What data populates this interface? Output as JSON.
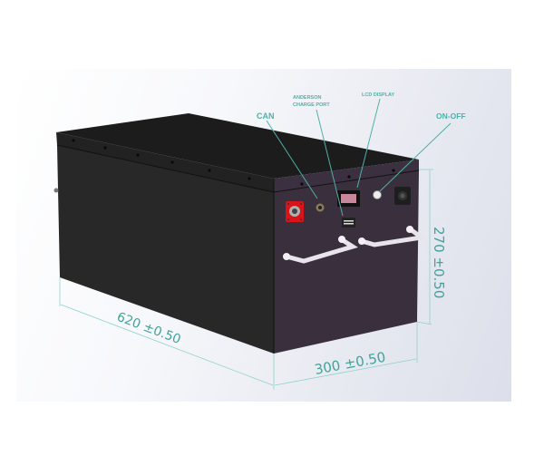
{
  "diagram": {
    "subject": "battery-pack-enclosure",
    "callouts": {
      "can": "CAN",
      "anderson_line1": "ANDERSON",
      "anderson_line2": "CHARGE PORT",
      "lcd": "LCD DISPLAY",
      "onoff": "ON-OFF"
    },
    "dimensions": {
      "length": "620 ±0.50",
      "width": "300 ±0.50",
      "height": "270 ±0.50"
    },
    "colors": {
      "annotation": "#4fb1a8",
      "body": "#2a2a2a",
      "front_face": "#3a2f3d",
      "connector_red": "#d8141a"
    }
  }
}
